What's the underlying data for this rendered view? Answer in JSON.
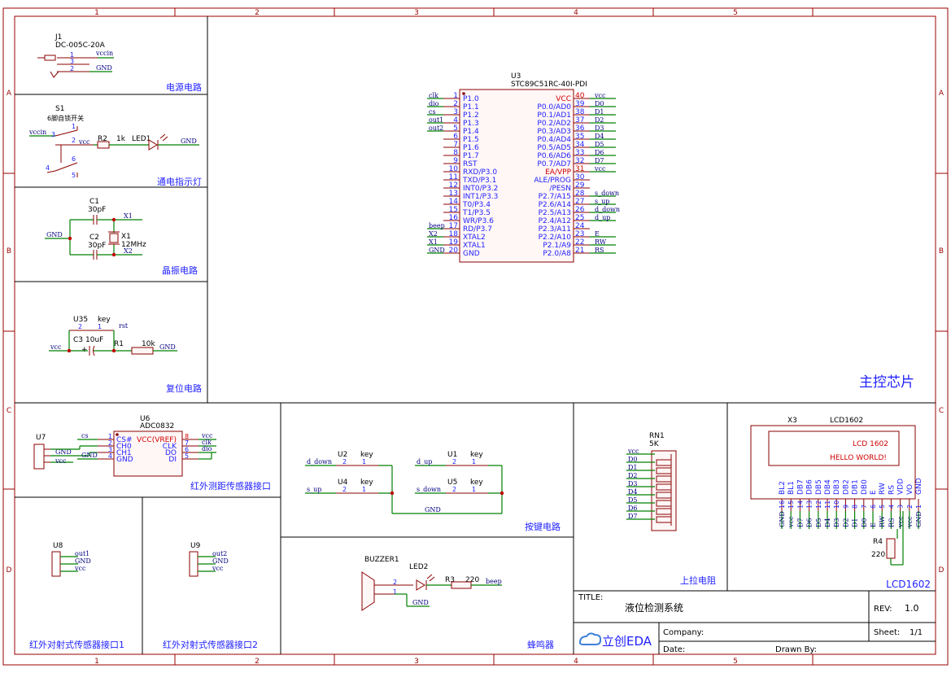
{
  "frame": {
    "cols": [
      "1",
      "2",
      "3",
      "4",
      "5"
    ],
    "rows": [
      "A",
      "B",
      "C",
      "D"
    ]
  },
  "sections": {
    "power": "电源电路",
    "indicator": "通电指示灯",
    "crystal": "晶振电路",
    "reset": "复位电路",
    "mcu": "主控芯片",
    "ir_range": "红外测距传感器接口",
    "keys": "按键电路",
    "pullup": "上拉电阻",
    "lcd": "LCD1602",
    "ir1": "红外对射式传感器接口1",
    "ir2": "红外对射式传感器接口2",
    "buzzer": "蜂鸣器"
  },
  "power": {
    "ref": "J1",
    "value": "DC-005C-20A",
    "pins": [
      "1",
      "3",
      "2"
    ],
    "nets": [
      "vccin",
      "GND"
    ]
  },
  "switch": {
    "ref": "S1",
    "value": "6脚自锁开关",
    "pins": [
      "1",
      "2",
      "3",
      "4",
      "5",
      "6"
    ],
    "nets": [
      "vccin",
      "vcc"
    ]
  },
  "r2": {
    "ref": "R2",
    "value": "1k"
  },
  "led1": {
    "ref": "LED1",
    "net": "GND"
  },
  "crystal": {
    "c1_ref": "C1",
    "c1_value": "30pF",
    "c2_ref": "C2",
    "c2_value": "30pF",
    "x_ref": "X1",
    "x_value": "12MHz",
    "nets": [
      "X1",
      "X2",
      "GND"
    ]
  },
  "reset": {
    "key_ref": "U35",
    "key_value": "key",
    "c3_ref": "C3",
    "c3_value": "10uF",
    "r1_ref": "R1",
    "r1_value": "10k",
    "nets": [
      "rst",
      "vcc",
      "GND"
    ],
    "plus": "+",
    "pins": [
      "2",
      "1"
    ]
  },
  "mcu": {
    "ref": "U3",
    "value": "STC89C51RC-40I-PDI",
    "left": [
      {
        "n": "1",
        "l": "P1.0",
        "net": "clk"
      },
      {
        "n": "2",
        "l": "P1.1",
        "net": "dio"
      },
      {
        "n": "3",
        "l": "P1.2",
        "net": "cs"
      },
      {
        "n": "4",
        "l": "P1.3",
        "net": "out1"
      },
      {
        "n": "5",
        "l": "P1.4",
        "net": "out2"
      },
      {
        "n": "6",
        "l": "P1.5",
        "net": ""
      },
      {
        "n": "7",
        "l": "P1.6",
        "net": ""
      },
      {
        "n": "8",
        "l": "P1.7",
        "net": ""
      },
      {
        "n": "9",
        "l": "RST",
        "net": ""
      },
      {
        "n": "10",
        "l": "RXD/P3.0",
        "net": ""
      },
      {
        "n": "11",
        "l": "TXD/P3.1",
        "net": ""
      },
      {
        "n": "12",
        "l": "INT0/P3.2",
        "net": ""
      },
      {
        "n": "13",
        "l": "INT1/P3.3",
        "net": ""
      },
      {
        "n": "14",
        "l": "T0/P3.4",
        "net": ""
      },
      {
        "n": "15",
        "l": "T1/P3.5",
        "net": ""
      },
      {
        "n": "16",
        "l": "WR/P3.6",
        "net": ""
      },
      {
        "n": "17",
        "l": "RD/P3.7",
        "net": "beep"
      },
      {
        "n": "18",
        "l": "XTAL2",
        "net": "X2"
      },
      {
        "n": "19",
        "l": "XTAL1",
        "net": "X1"
      },
      {
        "n": "20",
        "l": "GND",
        "net": "GND"
      }
    ],
    "right": [
      {
        "n": "40",
        "l": "VCC",
        "net": "vcc",
        "red": true
      },
      {
        "n": "39",
        "l": "P0.0/AD0",
        "net": "D0"
      },
      {
        "n": "38",
        "l": "P0.1/AD1",
        "net": "D1"
      },
      {
        "n": "37",
        "l": "P0.2/AD2",
        "net": "D2"
      },
      {
        "n": "36",
        "l": "P0.3/AD3",
        "net": "D3"
      },
      {
        "n": "35",
        "l": "P0.4/AD4",
        "net": "D4"
      },
      {
        "n": "34",
        "l": "P0.5/AD5",
        "net": "D5"
      },
      {
        "n": "33",
        "l": "P0.6/AD6",
        "net": "D6"
      },
      {
        "n": "32",
        "l": "P0.7/AD7",
        "net": "D7"
      },
      {
        "n": "31",
        "l": "EA/VPP",
        "net": "vcc",
        "red": true
      },
      {
        "n": "30",
        "l": "ALE/PROG",
        "net": ""
      },
      {
        "n": "29",
        "l": "/PESN",
        "net": ""
      },
      {
        "n": "28",
        "l": "P2.7/A15",
        "net": "s_down"
      },
      {
        "n": "27",
        "l": "P2.6/A14",
        "net": "s_up"
      },
      {
        "n": "26",
        "l": "P2.5/A13",
        "net": "d_down"
      },
      {
        "n": "25",
        "l": "P2.4/A12",
        "net": "d_up"
      },
      {
        "n": "24",
        "l": "P2.3/A11",
        "net": ""
      },
      {
        "n": "23",
        "l": "P2.2/A10",
        "net": "E"
      },
      {
        "n": "22",
        "l": "P2.1/A9",
        "net": "RW"
      },
      {
        "n": "21",
        "l": "P2.0/A8",
        "net": "RS"
      }
    ]
  },
  "u7": {
    "ref": "U7",
    "nets": [
      "GND",
      "vcc"
    ]
  },
  "adc": {
    "ref": "U6",
    "value": "ADC0832",
    "left": [
      {
        "n": "1",
        "l": "CS#",
        "net": "cs"
      },
      {
        "n": "2",
        "l": "CH0",
        "net": ""
      },
      {
        "n": "3",
        "l": "CH1",
        "net": ""
      },
      {
        "n": "4",
        "l": "GND",
        "net": "GND"
      }
    ],
    "right": [
      {
        "n": "8",
        "l": "VCC(VREF)",
        "net": "vcc",
        "red": true
      },
      {
        "n": "7",
        "l": "CLK",
        "net": "clk"
      },
      {
        "n": "6",
        "l": "DO",
        "net": "dio"
      },
      {
        "n": "5",
        "l": "DI",
        "net": ""
      }
    ]
  },
  "keys": [
    {
      "ref": "U2",
      "value": "key",
      "net": "d_down"
    },
    {
      "ref": "U1",
      "value": "key",
      "net": "d_up"
    },
    {
      "ref": "U4",
      "value": "key",
      "net": "s_up"
    },
    {
      "ref": "U5",
      "value": "key",
      "net": "s_down"
    }
  ],
  "key_pins": [
    "2",
    "1"
  ],
  "keys_gnd": "GND",
  "rn1": {
    "ref": "RN1",
    "value": "5K",
    "nets": [
      "vcc",
      "D0",
      "D1",
      "D2",
      "D3",
      "D4",
      "D5",
      "D6",
      "D7"
    ]
  },
  "lcd": {
    "ref": "X3",
    "value": "LCD1602",
    "screen1": "LCD 1602",
    "screen2": "HELLO WORLD!",
    "pins": [
      {
        "l": "BL2",
        "n": "16",
        "net": "GND"
      },
      {
        "l": "BL1",
        "n": "15",
        "net": "vcc"
      },
      {
        "l": "DB7",
        "n": "14",
        "net": "D7"
      },
      {
        "l": "DB6",
        "n": "13",
        "net": "D6"
      },
      {
        "l": "DB5",
        "n": "12",
        "net": "D5"
      },
      {
        "l": "DB4",
        "n": "11",
        "net": "D4"
      },
      {
        "l": "DB3",
        "n": "10",
        "net": "D3"
      },
      {
        "l": "DB2",
        "n": "9",
        "net": "D2"
      },
      {
        "l": "DB1",
        "n": "8",
        "net": "D1"
      },
      {
        "l": "DB0",
        "n": "7",
        "net": "D0"
      },
      {
        "l": "E",
        "n": "6",
        "net": "E"
      },
      {
        "l": "RW",
        "n": "5",
        "net": "RW"
      },
      {
        "l": "RS",
        "n": "4",
        "net": "RS"
      },
      {
        "l": "VDD",
        "n": "3",
        "net": "vcc"
      },
      {
        "l": "VO",
        "n": "2",
        "net": "vcc"
      },
      {
        "l": "GND",
        "n": "1",
        "net": "GND"
      }
    ],
    "r4_ref": "R4",
    "r4_value": "220"
  },
  "u8": {
    "ref": "U8",
    "nets": [
      "out1",
      "GND",
      "vcc"
    ]
  },
  "u9": {
    "ref": "U9",
    "nets": [
      "out2",
      "GND",
      "vcc"
    ]
  },
  "buzzer": {
    "ref": "BUZZER1",
    "led_ref": "LED2",
    "r_ref": "R3",
    "r_value": "220",
    "nets": [
      "beep",
      "GND"
    ],
    "pins": [
      "2",
      "1"
    ]
  },
  "title_block": {
    "title_label": "TITLE:",
    "title": "液位检测系统",
    "rev_label": "REV:",
    "rev": "1.0",
    "company_label": "Company:",
    "sheet_label": "Sheet:",
    "sheet": "1/1",
    "date_label": "Date:",
    "drawn_label": "Drawn By:",
    "logo": "立创EDA"
  }
}
